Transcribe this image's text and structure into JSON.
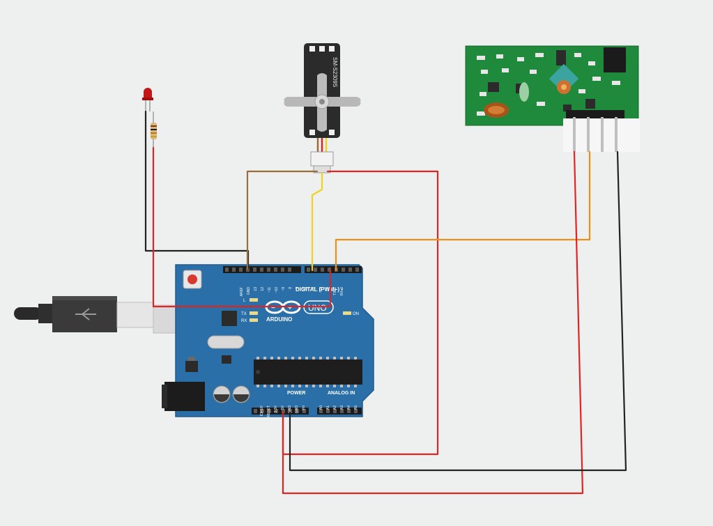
{
  "colors": {
    "background": "#eef0ef",
    "board_blue": "#2a6fa7",
    "board_dark": "#1f5b8e",
    "wire_red": "#e02424",
    "wire_black": "#222222",
    "wire_brown": "#9b6b3a",
    "wire_yellow": "#f1d21a",
    "wire_orange": "#e8901a",
    "rf_pcb_green": "#1f8a3c",
    "servo_body": "#2b2b2b",
    "led_red": "#c21818"
  },
  "servo": {
    "model_label": "SM-S2309S",
    "icon": "servo-motor-icon"
  },
  "led": {
    "icon": "led-icon"
  },
  "resistor": {
    "icon": "resistor-icon"
  },
  "usb": {
    "icon": "usb-b-cable-icon"
  },
  "rf_receiver": {
    "icon": "rf-receiver-module-icon",
    "pin_count": 4
  },
  "arduino": {
    "brand": "ARDUINO",
    "model": "UNO",
    "digital_header": "DIGITAL (PWM~)",
    "power_header": "POWER",
    "analog_header": "ANALOG IN",
    "on_label": "ON",
    "led_labels": [
      "L",
      "TX",
      "RX"
    ],
    "digital_pins": [
      "AREF",
      "GND",
      "13",
      "12",
      "~11",
      "~10",
      "~9",
      "8",
      "7",
      "~6",
      "~5",
      "4",
      "~3",
      "2",
      "TX▸1",
      "RX◂0"
    ],
    "power_pins": [
      "IOREF",
      "RESET",
      "3.3V",
      "5V",
      "GND",
      "GND",
      "Vin"
    ],
    "analog_pins": [
      "A0",
      "A1",
      "A2",
      "A3",
      "A4",
      "A5"
    ]
  }
}
